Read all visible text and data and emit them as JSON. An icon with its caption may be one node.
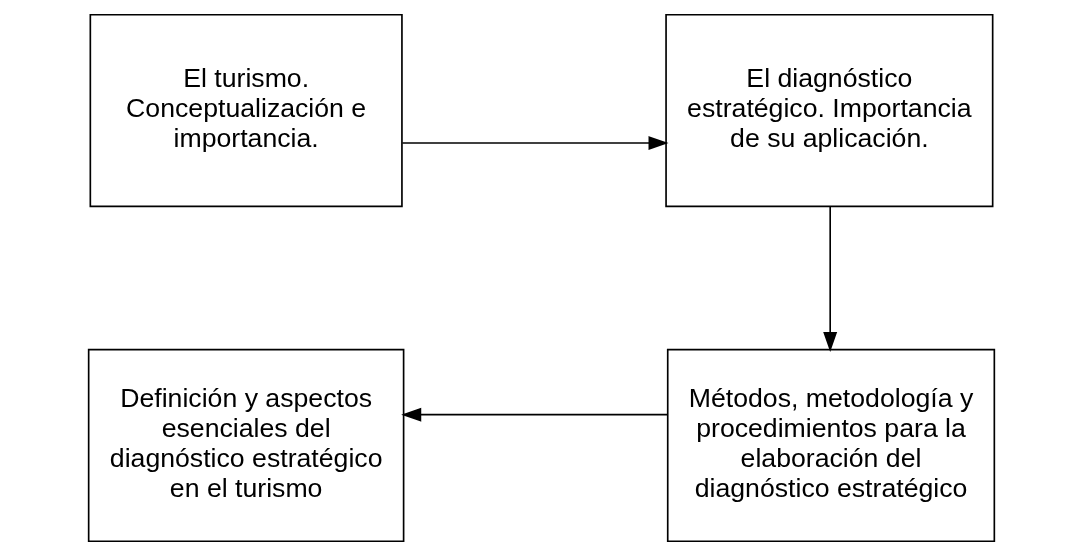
{
  "diagram": {
    "nodes": [
      {
        "text": [
          "El turismo. Conceptualización e importancia."
        ]
      },
      {
        "text": [
          "El diagnóstico estratégico. Importancia de su aplicación."
        ]
      },
      {
        "text": [
          "Métodos, metodología y procedimientos para la elaboración del diagnóstico estratégico"
        ]
      },
      {
        "text": [
          "Definición y aspectos esenciales del diagnóstico estratégico en el turismo"
        ]
      }
    ],
    "edges": [
      {
        "from": 0,
        "to": 1,
        "arrow": "to"
      },
      {
        "from": 1,
        "to": 2,
        "arrow": "to"
      },
      {
        "from": 2,
        "to": 3,
        "arrow": "to"
      }
    ]
  }
}
